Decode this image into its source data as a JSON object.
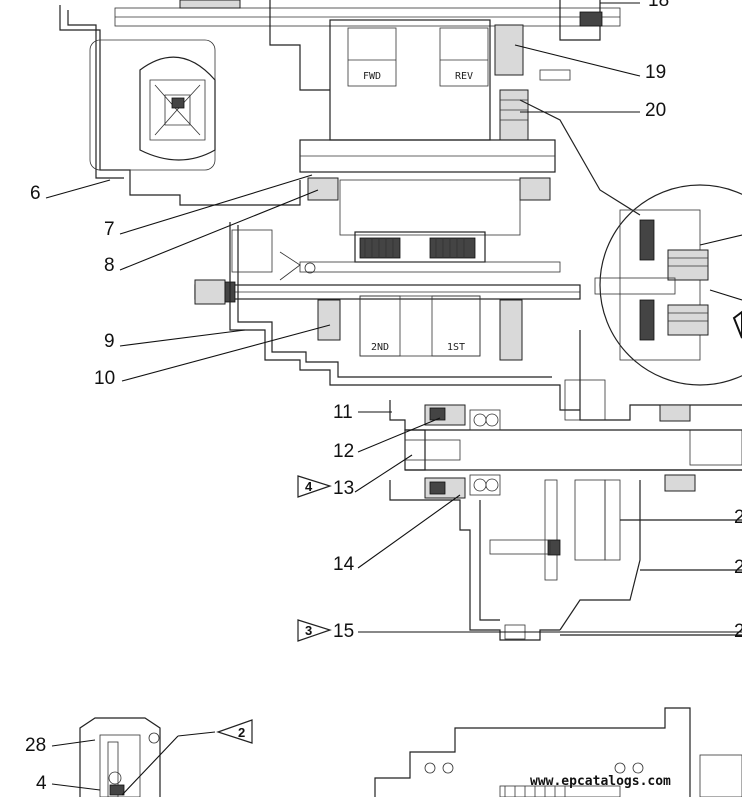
{
  "callouts": {
    "c6": "6",
    "c7": "7",
    "c8": "8",
    "c9": "9",
    "c10": "10",
    "c11": "11",
    "c12": "12",
    "c13": "13",
    "c14": "14",
    "c15": "15",
    "c19": "19",
    "c20": "20",
    "c28": "28",
    "c4": "4",
    "c18_partial": "18",
    "c2a_partial": "2",
    "c2b_partial": "2",
    "c2c_partial": "2"
  },
  "flags": {
    "flag_13": "4",
    "flag_15": "3",
    "flag_bottom": "2"
  },
  "gear_labels": {
    "fwd": "FWD",
    "rev": "REV",
    "second": "2ND",
    "first": "1ST"
  },
  "watermark": "www.epcatalogs.com"
}
